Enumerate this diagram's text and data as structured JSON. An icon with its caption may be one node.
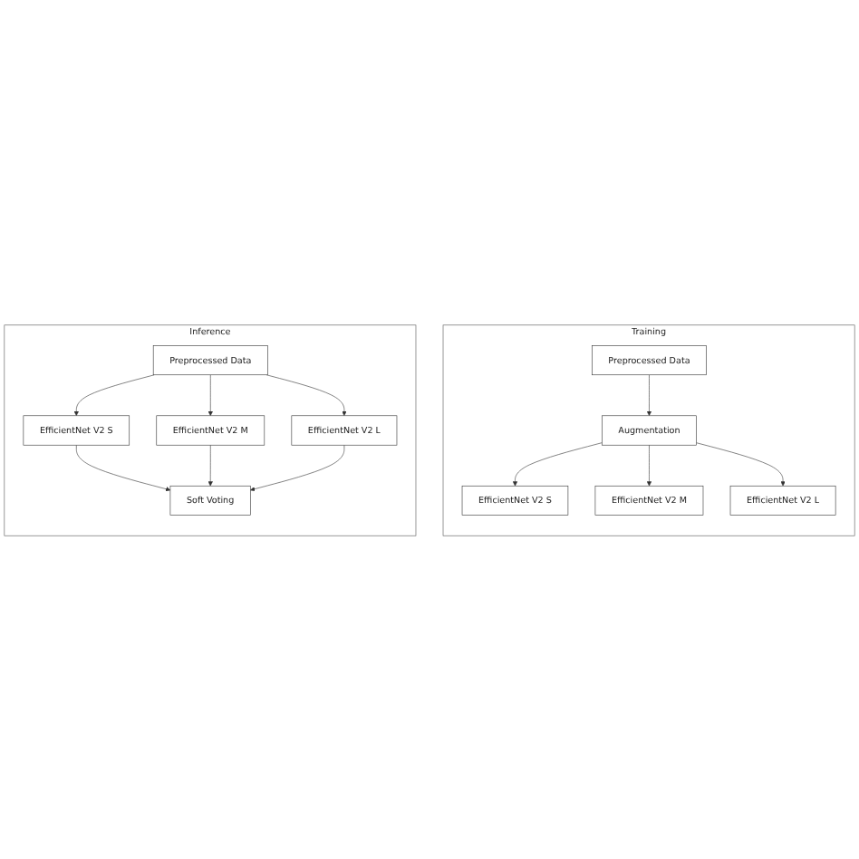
{
  "diagram": {
    "nodes": [
      {
        "text": [
          "Training"
        ]
      },
      {
        "text": [
          "Preprocessed Data"
        ],
        "in": 0
      },
      {
        "text": [
          "Augmentation"
        ],
        "in": 0
      },
      {
        "text": [
          "EfficientNet V2 S"
        ],
        "in": 0
      },
      {
        "text": [
          "EfficientNet V2 M"
        ],
        "in": 0
      },
      {
        "text": [
          "EfficientNet V2 L"
        ],
        "in": 0
      },
      {
        "text": [
          "Inference"
        ]
      },
      {
        "text": [
          "Preprocessed Data"
        ],
        "in": 6
      },
      {
        "text": [
          "EfficientNet V2 S"
        ],
        "in": 6
      },
      {
        "text": [
          "EfficientNet V2 M"
        ],
        "in": 6
      },
      {
        "text": [
          "EfficientNet V2 L"
        ],
        "in": 6
      },
      {
        "text": [
          "Soft Voting"
        ],
        "in": 6
      }
    ],
    "edges": [
      {
        "from": 1,
        "to": 2,
        "arrow": "to"
      },
      {
        "from": 2,
        "to": 3,
        "arrow": "to"
      },
      {
        "from": 2,
        "to": 4,
        "arrow": "to"
      },
      {
        "from": 2,
        "to": 5,
        "arrow": "to"
      },
      {
        "from": 7,
        "to": 8,
        "arrow": "to"
      },
      {
        "from": 7,
        "to": 9,
        "arrow": "to"
      },
      {
        "from": 7,
        "to": 10,
        "arrow": "to"
      },
      {
        "from": 8,
        "to": 11,
        "arrow": "to"
      },
      {
        "from": 9,
        "to": 11,
        "arrow": "to"
      },
      {
        "from": 10,
        "to": 11,
        "arrow": "to"
      }
    ]
  }
}
